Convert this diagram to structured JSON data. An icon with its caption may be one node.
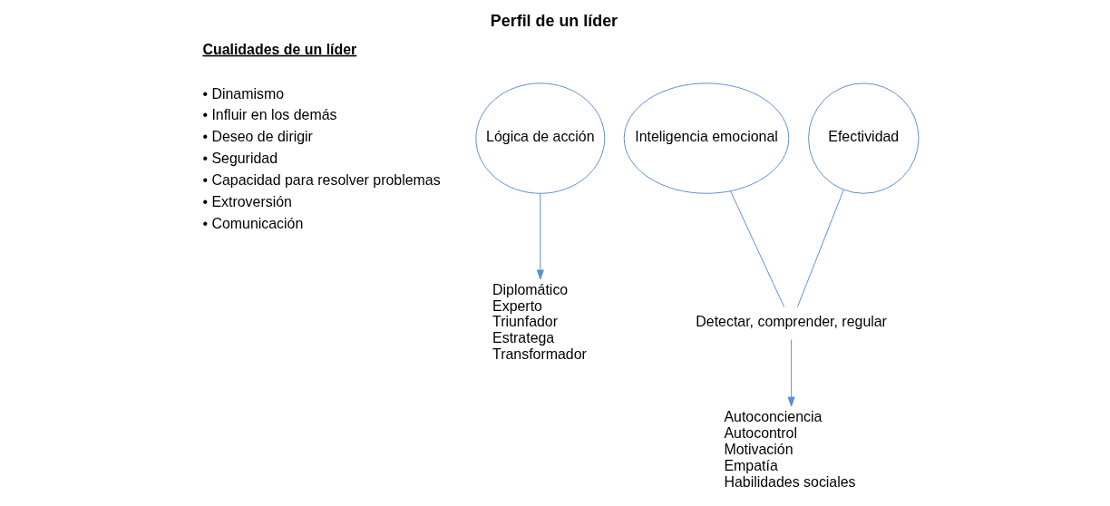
{
  "diagram": {
    "title": "Perfil de un líder",
    "nodes": [
      {
        "text": [
          "Lógica de acción"
        ]
      },
      {
        "text": [
          "Inteligencia emocional"
        ]
      },
      {
        "text": [
          "Efectividad"
        ]
      },
      {
        "text": [
          "Diplomático",
          "Experto",
          "Triunfador",
          "Estratega",
          "Transformador"
        ]
      },
      {
        "text": [
          "Detectar, comprender, regular"
        ]
      },
      {
        "text": [
          "Autoconciencia",
          "Autocontrol",
          "Motivación",
          "Empatía",
          "Habilidades sociales"
        ]
      }
    ],
    "edges": [
      {
        "from": 0,
        "to": 3,
        "arrow": "to"
      },
      {
        "from": 1,
        "to": 4,
        "arrow": "none"
      },
      {
        "from": 2,
        "to": 4,
        "arrow": "none"
      },
      {
        "from": 4,
        "to": 5,
        "arrow": "to"
      }
    ],
    "labels": [
      "Cualidades de un líder",
      "• Dinamismo",
      "• Influir en los demás",
      "• Deseo de dirigir",
      "• Seguridad",
      "• Capacidad para resolver problemas",
      "• Extroversión",
      "• Comunicación"
    ]
  }
}
